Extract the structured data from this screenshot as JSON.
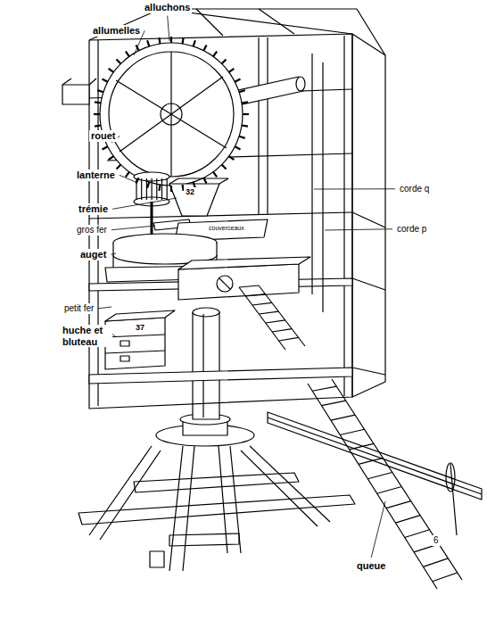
{
  "diagram": {
    "labels": [
      "alluchons",
      "allumelles",
      "rouet",
      "lanterne",
      "trémie",
      "gros fer",
      "auget",
      "petit fer",
      "huche et bluteau",
      "corde q",
      "corde p",
      "couverceaux",
      "32",
      "37",
      "queue",
      "6"
    ]
  }
}
